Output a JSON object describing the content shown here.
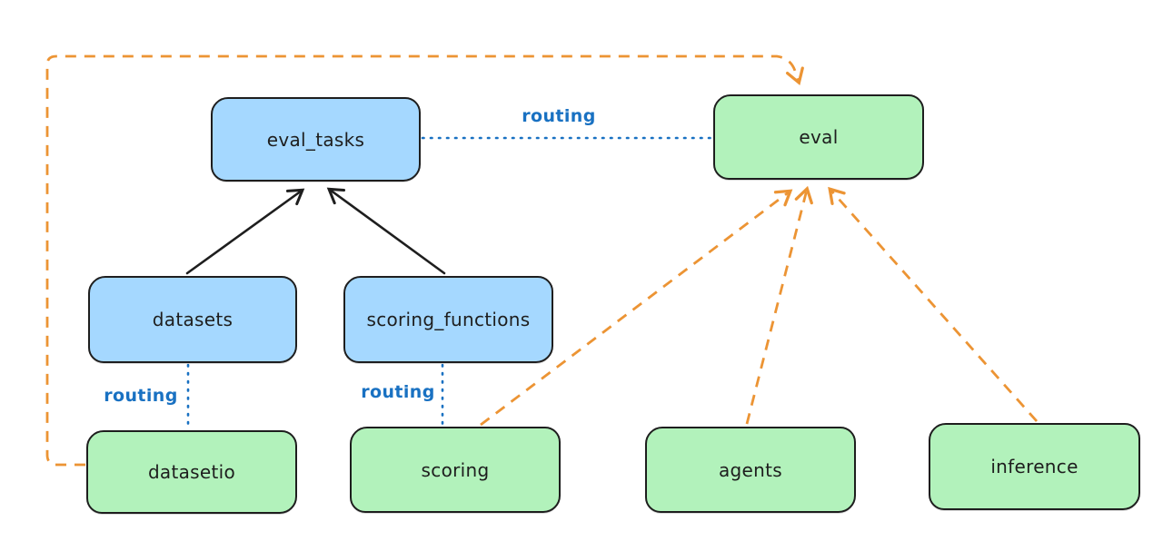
{
  "colors": {
    "blue_fill": "#a5d8ff",
    "green_fill": "#b2f2bb",
    "stroke": "#1e1e1e",
    "routing_blue": "#1971c2",
    "orange": "#ec9434",
    "bg": "#ffffff"
  },
  "nodes": [
    {
      "id": "eval_tasks",
      "label": "eval_tasks",
      "color": "blue"
    },
    {
      "id": "eval",
      "label": "eval",
      "color": "green"
    },
    {
      "id": "datasets",
      "label": "datasets",
      "color": "blue"
    },
    {
      "id": "scoring_functions",
      "label": "scoring_functions",
      "color": "blue"
    },
    {
      "id": "datasetio",
      "label": "datasetio",
      "color": "green"
    },
    {
      "id": "scoring",
      "label": "scoring",
      "color": "green"
    },
    {
      "id": "agents",
      "label": "agents",
      "color": "green"
    },
    {
      "id": "inference",
      "label": "inference",
      "color": "green"
    }
  ],
  "edges": [
    {
      "from": "datasets",
      "to": "eval_tasks",
      "style": "solid-black-arrow",
      "label": ""
    },
    {
      "from": "scoring_functions",
      "to": "eval_tasks",
      "style": "solid-black-arrow",
      "label": ""
    },
    {
      "from": "eval_tasks",
      "to": "eval",
      "style": "dotted-blue",
      "label": "routing"
    },
    {
      "from": "datasets",
      "to": "datasetio",
      "style": "dotted-blue",
      "label": "routing"
    },
    {
      "from": "scoring_functions",
      "to": "scoring",
      "style": "dotted-blue",
      "label": "routing"
    },
    {
      "from": "datasetio",
      "to": "eval",
      "style": "dashed-orange-arrow",
      "label": ""
    },
    {
      "from": "scoring",
      "to": "eval",
      "style": "dashed-orange-arrow",
      "label": ""
    },
    {
      "from": "agents",
      "to": "eval",
      "style": "dashed-orange-arrow",
      "label": ""
    },
    {
      "from": "inference",
      "to": "eval",
      "style": "dashed-orange-arrow",
      "label": ""
    }
  ]
}
